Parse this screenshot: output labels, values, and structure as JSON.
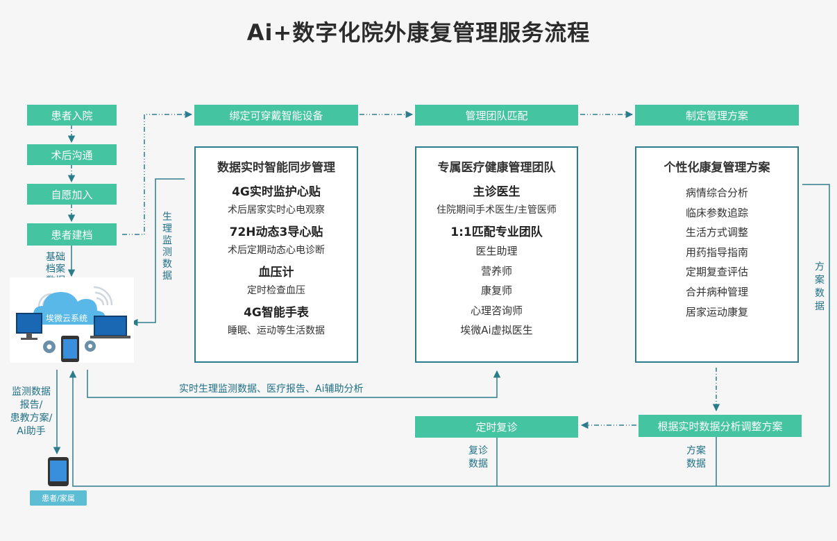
{
  "title": "Ai+数字化院外康复管理服务流程",
  "left_steps": [
    "患者入院",
    "术后沟通",
    "自愿加入",
    "患者建档"
  ],
  "left_labels": {
    "archive": [
      "基础",
      "档案",
      "数据"
    ],
    "monitor_out": [
      "监测数据",
      "报告/",
      "患教方案/",
      "Ai助手"
    ],
    "physio": [
      "生",
      "理",
      "监",
      "测",
      "数",
      "据"
    ]
  },
  "cloud_label": "埃微云系统",
  "patient_badge": "患者/家属",
  "top_steps": [
    "绑定可穿戴智能设备",
    "管理团队匹配",
    "制定管理方案"
  ],
  "panel1": {
    "heading": "数据实时智能同步管理",
    "groups": [
      {
        "big": "4G实时监护心贴",
        "small": "术后居家实时心电观察"
      },
      {
        "big": "72H动态3导心贴",
        "small": "术后定期动态心电诊断"
      },
      {
        "big": "血压计",
        "small": "定时检查血压"
      },
      {
        "big": "4G智能手表",
        "small": "睡眠、运动等生活数据"
      }
    ]
  },
  "panel2": {
    "heading": "专属医疗健康管理团队",
    "big1": "主诊医生",
    "small1": "住院期间手术医生/主管医师",
    "big2": "1:1匹配专业团队",
    "items": [
      "医生助理",
      "营养师",
      "康复师",
      "心理咨询师",
      "埃微Ai虚拟医生"
    ]
  },
  "panel3": {
    "heading": "个性化康复管理方案",
    "items": [
      "病情综合分析",
      "临床参数追踪",
      "生活方式调整",
      "用药指导指南",
      "定期复查评估",
      "合并病种管理",
      "居家运动康复"
    ]
  },
  "bottom_label": "实时生理监测数据、医疗报告、Ai辅助分析",
  "followup": "定时复诊",
  "adjust": "根据实时数据分析调整方案",
  "followup_data": [
    "复诊",
    "数据"
  ],
  "plan_data": [
    "方案",
    "数据"
  ],
  "right_plan_data": [
    "方",
    "案",
    "数",
    "据"
  ],
  "colors": {
    "green": "#45c4a2",
    "line": "#2b7d8c",
    "label": "#1f6f86",
    "badge": "#5cbdd4"
  }
}
